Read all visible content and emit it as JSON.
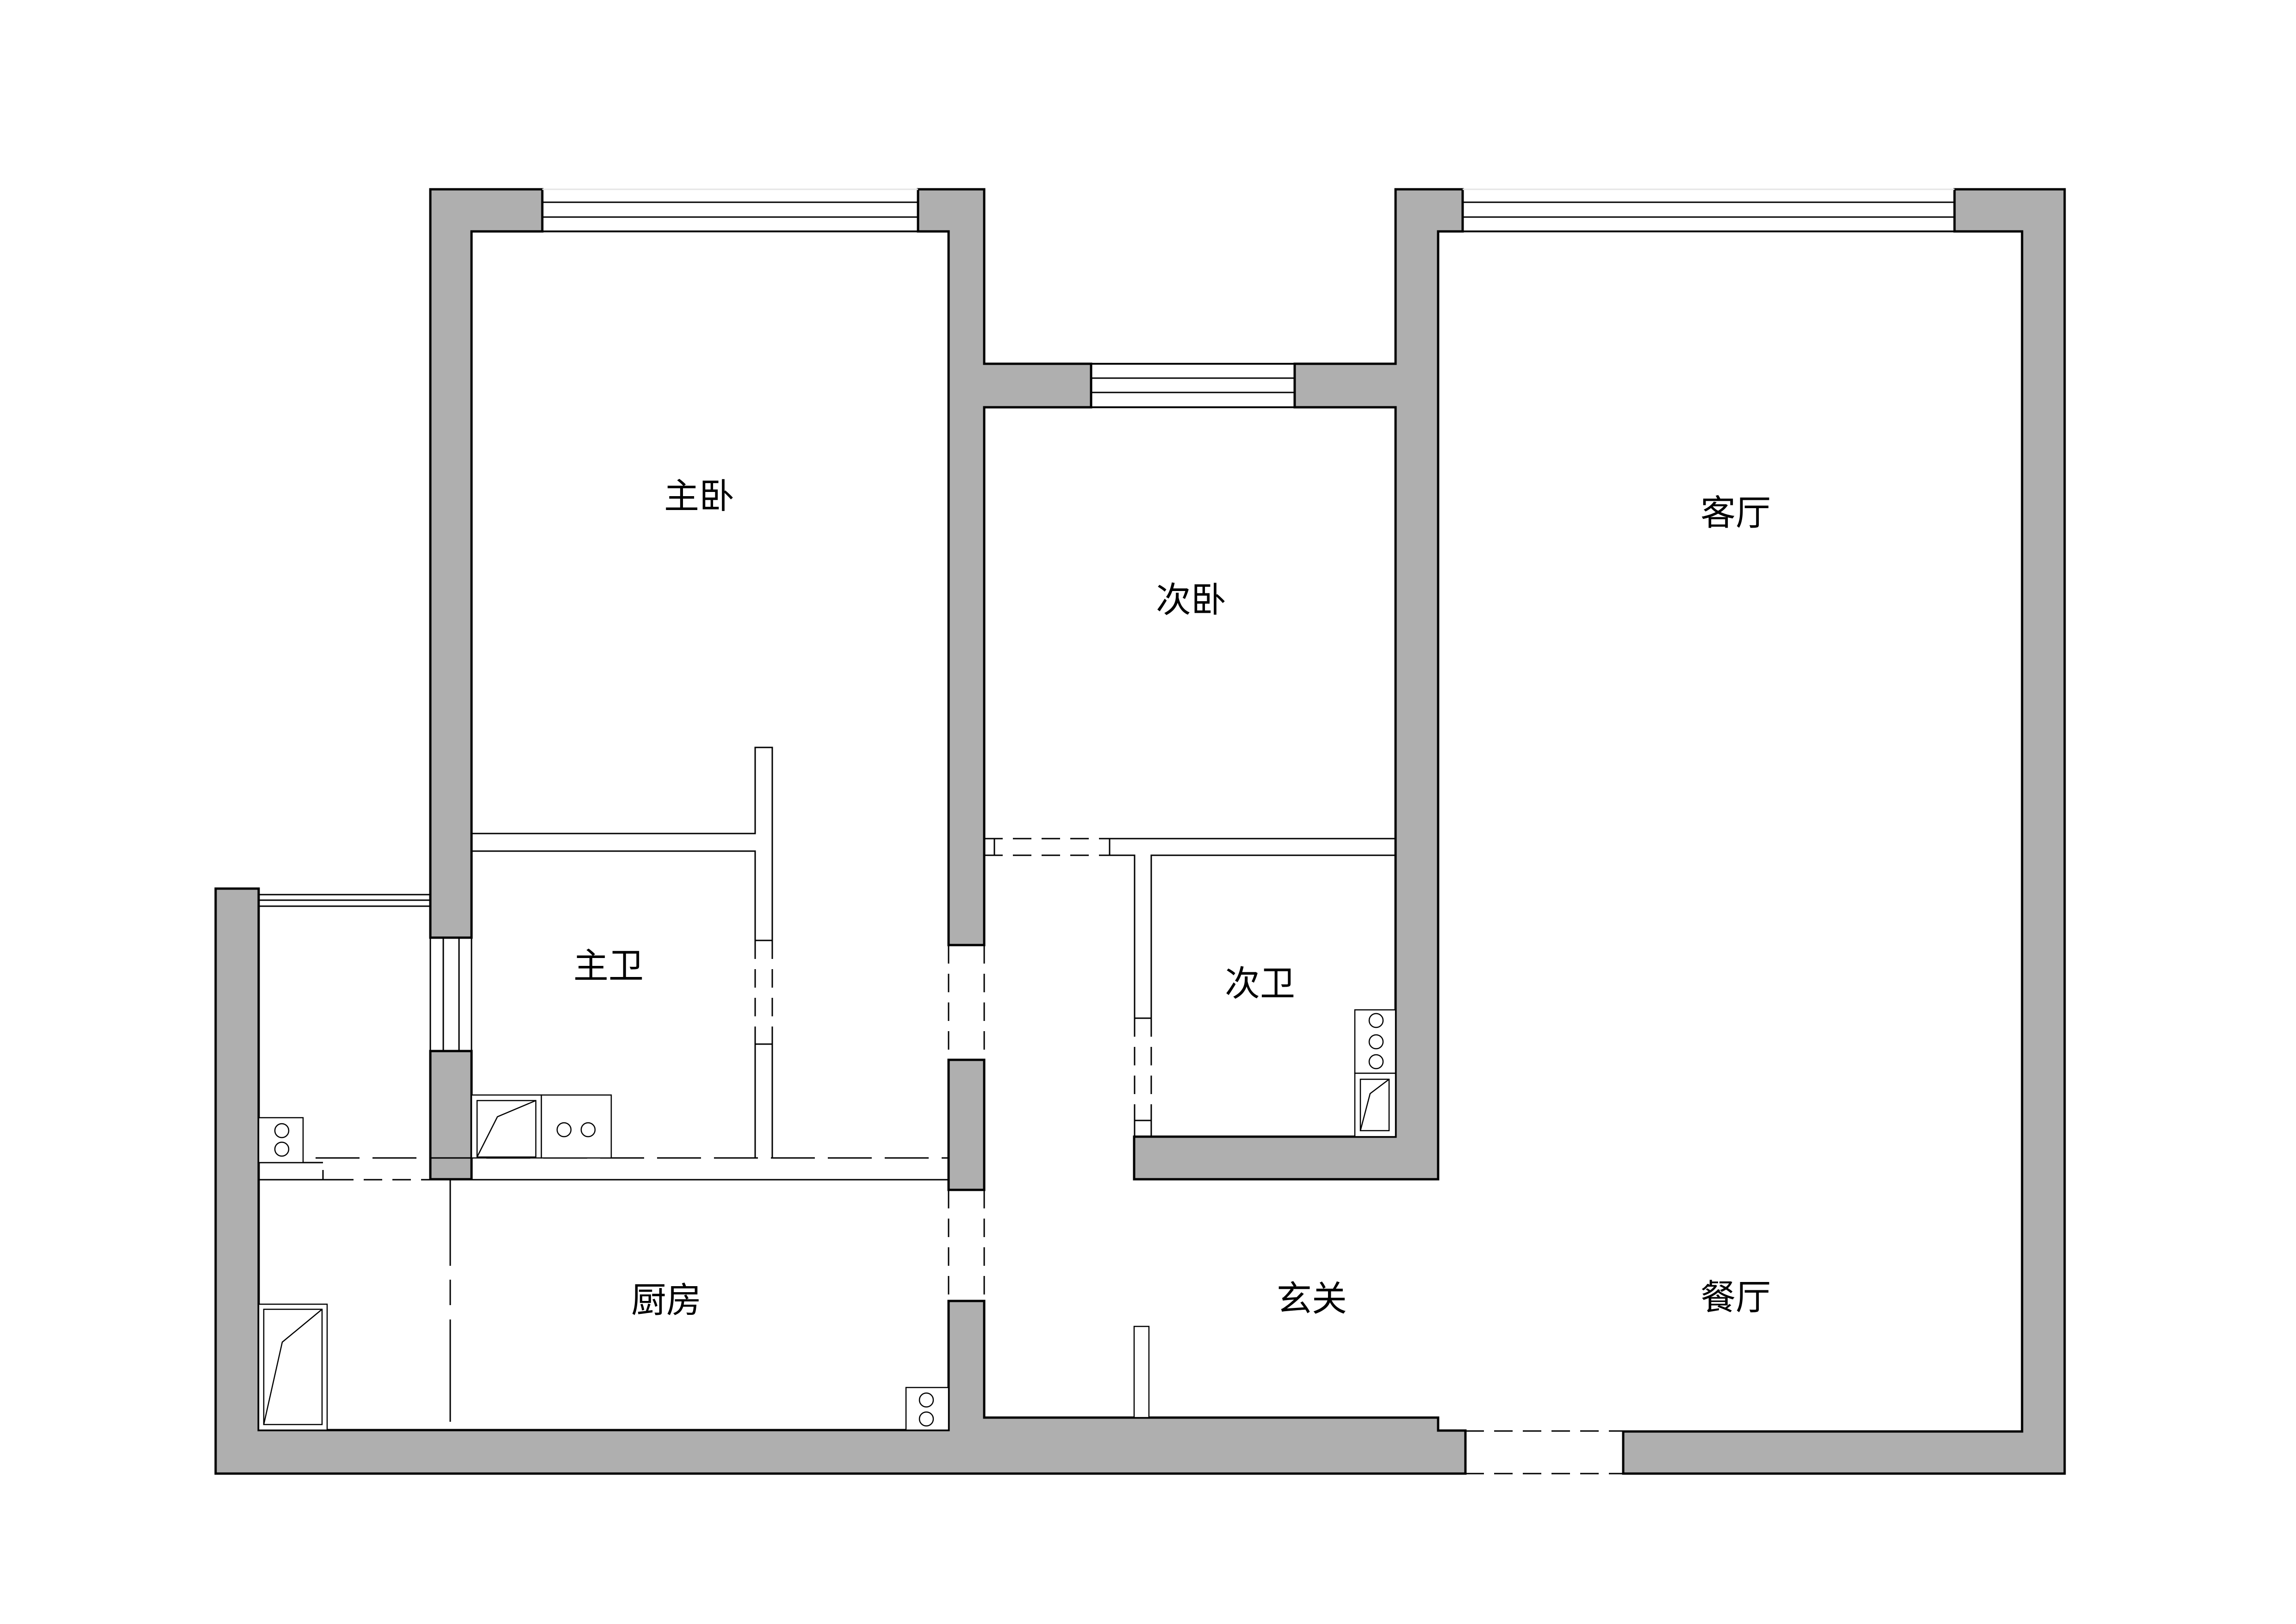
{
  "floor_plan": {
    "rooms": [
      {
        "id": "master_bedroom",
        "label": "主卧"
      },
      {
        "id": "second_bedroom",
        "label": "次卧"
      },
      {
        "id": "living_room",
        "label": "客厅"
      },
      {
        "id": "master_bathroom",
        "label": "主卫"
      },
      {
        "id": "second_bathroom",
        "label": "次卫"
      },
      {
        "id": "kitchen",
        "label": "厨房"
      },
      {
        "id": "entrance",
        "label": "玄关"
      },
      {
        "id": "dining_room",
        "label": "餐厅"
      }
    ],
    "fixtures": [
      {
        "room": "master_bathroom",
        "type": "sink-icon"
      },
      {
        "room": "master_bathroom",
        "type": "toilet-icon"
      },
      {
        "room": "second_bathroom",
        "type": "sink-icon"
      },
      {
        "room": "second_bathroom",
        "type": "toilet-icon"
      },
      {
        "room": "balcony",
        "type": "sink-icon"
      },
      {
        "room": "kitchen",
        "type": "stove-icon"
      },
      {
        "room": "kitchen",
        "type": "appliance-icon"
      }
    ]
  },
  "colors": {
    "wall_fill": "#afafaf",
    "line": "#000000",
    "background": "#ffffff"
  }
}
